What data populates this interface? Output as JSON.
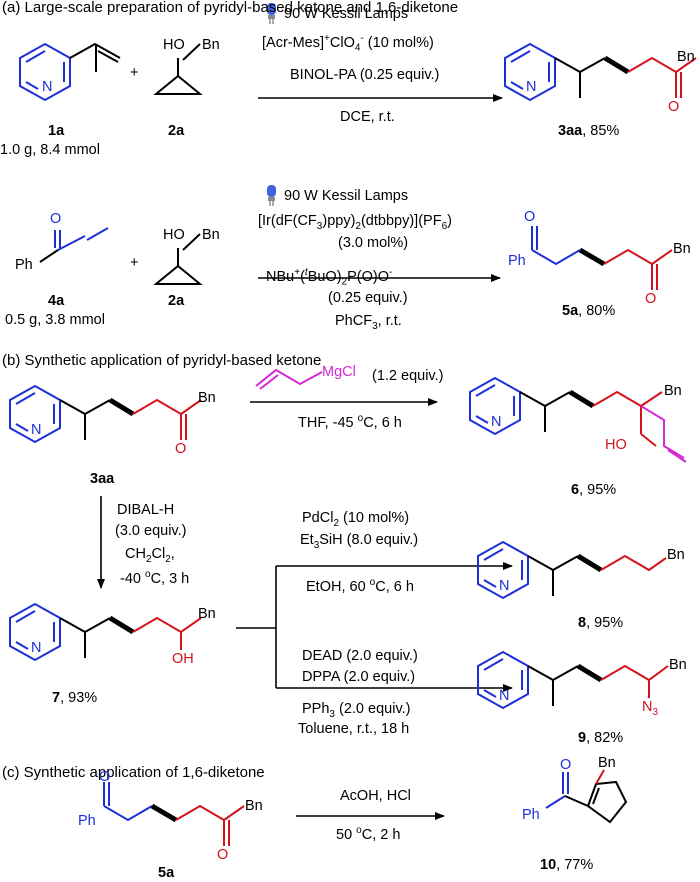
{
  "sections": {
    "a": "(a) Large-scale preparation of pyridyl-based ketone and 1,6-diketone",
    "b": "(b) Synthetic application of pyridyl-based ketone",
    "c": "(c) Synthetic application of 1,6-diketone"
  },
  "atoms": {
    "N": "N",
    "O": "O",
    "HO": "HO",
    "OH": "OH",
    "Bn": "Bn",
    "Ph": "Ph",
    "MgCl": "MgCl",
    "N3": "N",
    "N3_sub": "3",
    "plus": "+"
  },
  "r1": {
    "c1": "1a",
    "c1_amount": "1.0 g, 8.4 mmol",
    "c2": "2a",
    "lamp": "90 W Kessil Lamps",
    "cat_main": "[Acr-Mes]",
    "cat_plus": "+",
    "cat_anion": "ClO",
    "cat_4": "4",
    "cat_minus": "-",
    "cat_loading": "(10 mol%)",
    "additive": "BINOL-PA (0.25 equiv.)",
    "solvent": "DCE, r.t.",
    "product": "3aa",
    "yield": ", 85%"
  },
  "r2": {
    "c1": "4a",
    "c1_amount": "0.5 g, 3.8 mmol",
    "c2": "2a",
    "lamp": "90 W Kessil Lamps",
    "cat_a": "[Ir(dF(CF",
    "cat_3a": "3",
    "cat_b": ")ppy)",
    "cat_2": "2",
    "cat_c": "(dtbbpy)](PF",
    "cat_6": "6",
    "cat_d": ")",
    "cat_loading": "(3.0 mol%)",
    "add_a": "NBu",
    "add_plus": "+",
    "add_b": "(",
    "add_t": "t",
    "add_c": "BuO)",
    "add_2": "2",
    "add_d": "P(O)O",
    "add_minus": "-",
    "add_equiv": "(0.25 equiv.)",
    "solvent_a": "PhCF",
    "solvent_3": "3",
    "solvent_b": ", r.t.",
    "product": "5a",
    "yield": ", 80%"
  },
  "r3": {
    "sm": "3aa",
    "reagent_equiv": "(1.2 equiv.)",
    "cond_a": "THF, -45 ",
    "cond_deg": "o",
    "cond_b": "C, 6 h",
    "product": "6",
    "yield": ", 95%"
  },
  "r4": {
    "l1": "DIBAL-H",
    "l2": "(3.0 equiv.)",
    "l3a": "CH",
    "l3_2a": "2",
    "l3b": "Cl",
    "l3_2b": "2",
    "l3c": ",",
    "l4a": "-40 ",
    "l4_deg": "o",
    "l4b": "C, 3 h",
    "product": "7",
    "yield": ", 93%"
  },
  "r5": {
    "l1": "PdCl",
    "l1_2": "2",
    "l1b": " (10 mol%)",
    "l2": "Et",
    "l2_3": "3",
    "l2b": "SiH (8.0 equiv.)",
    "l3a": "EtOH, 60 ",
    "l3_deg": "o",
    "l3b": "C, 6 h",
    "product": "8",
    "yield": ", 95%"
  },
  "r6": {
    "l1": "DEAD (2.0 equiv.)",
    "l2": "DPPA (2.0 equiv.)",
    "l3a": "PPh",
    "l3_3": "3",
    "l3b": " (2.0 equiv.)",
    "l4": "Toluene, r.t., 18 h",
    "product": "9",
    "yield": ", 82%"
  },
  "r7": {
    "sm": "5a",
    "l1": "AcOH, HCl",
    "l2a": "50 ",
    "l2_deg": "o",
    "l2b": "C, 2 h",
    "product": "10",
    "yield": ", 77%"
  },
  "colors": {
    "blue": "#1d2fd8",
    "red": "#d3121b",
    "magenta": "#d629d6",
    "black": "#000000"
  },
  "icons": [
    "lamp-icon",
    "lamp-icon"
  ]
}
